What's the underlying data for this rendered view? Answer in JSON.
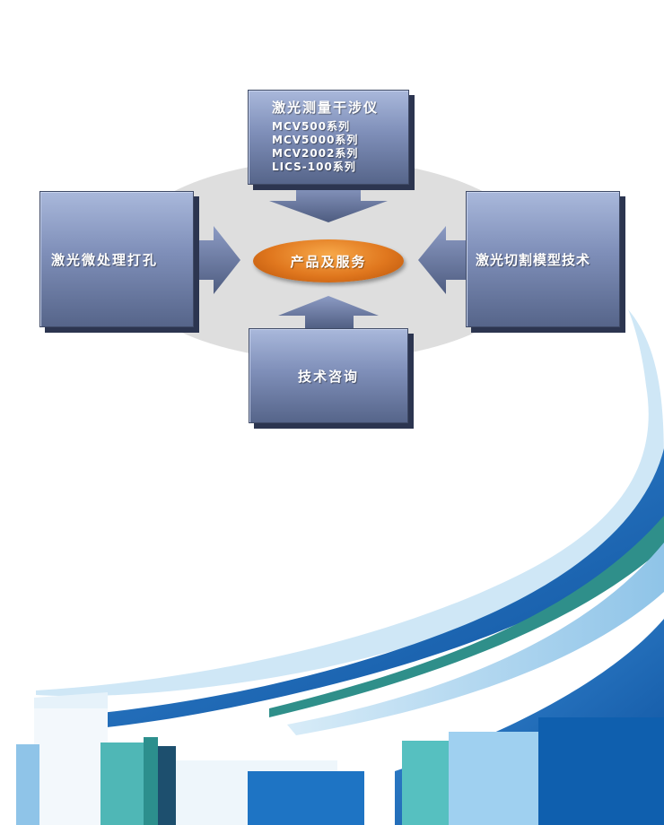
{
  "diagram": {
    "center": {
      "label": "产品及服务"
    },
    "top": {
      "title": "激光测量干涉仪",
      "items": [
        "MCV500系列",
        "MCV5000系列",
        "MCV2002系列",
        "LICS-100系列"
      ]
    },
    "left": {
      "label": "激光微处理打孔"
    },
    "right": {
      "label": "激光切割模型技术"
    },
    "bottom": {
      "label": "技术咨询"
    }
  },
  "colors": {
    "box_fill": "#7f8fb9",
    "center_fill": "#e0771e",
    "backdrop": "#dedede",
    "accent_blue": "#1565b6"
  }
}
